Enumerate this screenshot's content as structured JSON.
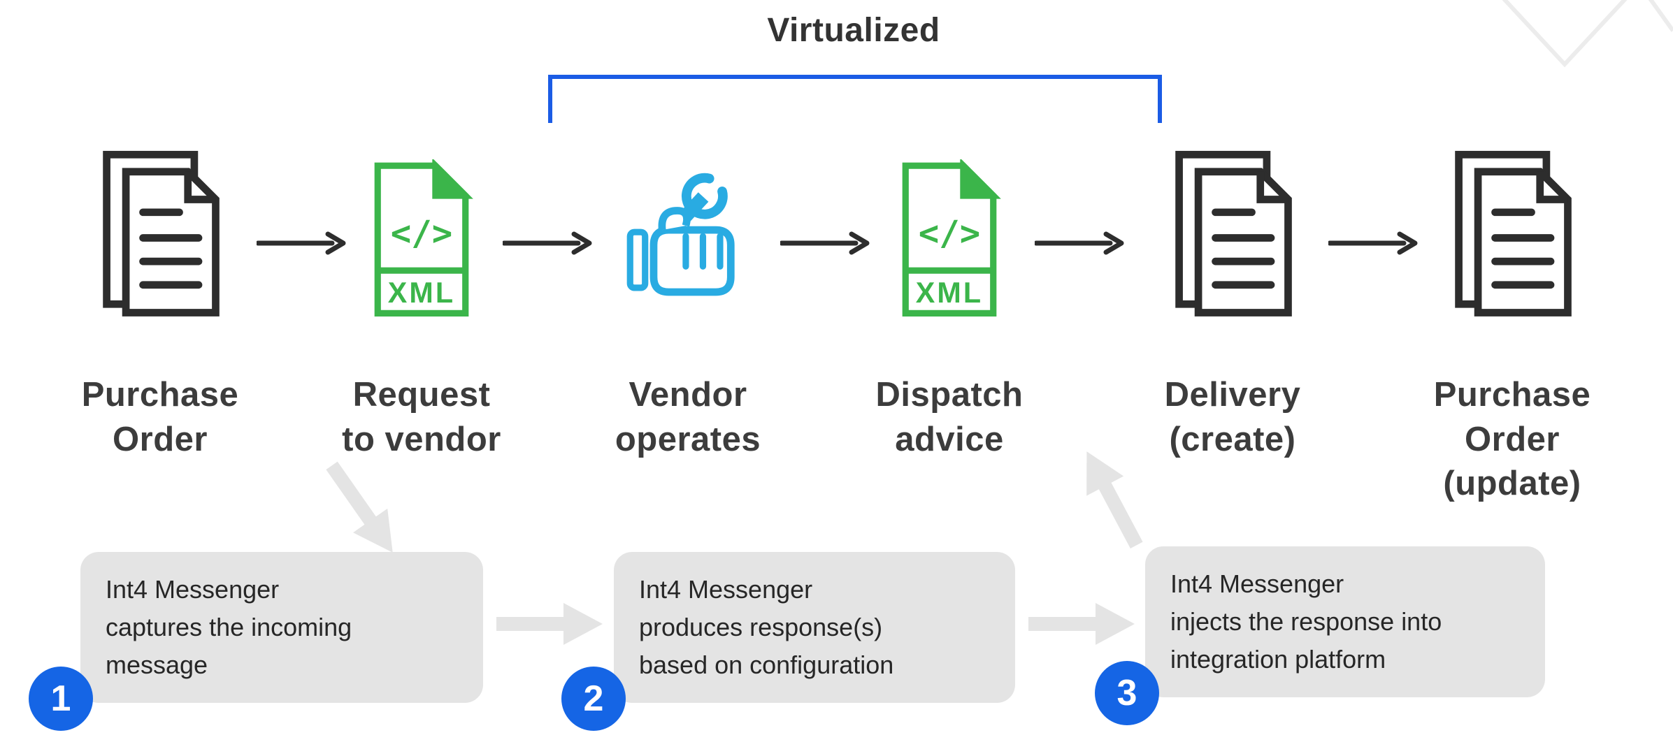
{
  "title": "Virtualized",
  "steps": [
    {
      "icon": "documents",
      "label": "Purchase\nOrder"
    },
    {
      "icon": "xml-file",
      "label": "Request\nto vendor"
    },
    {
      "icon": "hand-wrench",
      "label": "Vendor\noperates"
    },
    {
      "icon": "xml-file",
      "label": "Dispatch\nadvice"
    },
    {
      "icon": "documents",
      "label": "Delivery\n(create)"
    },
    {
      "icon": "documents",
      "label": "Purchase\nOrder\n(update)"
    }
  ],
  "xml_icon": {
    "code_text": "</>",
    "type_text": "XML"
  },
  "notes": [
    {
      "number": "1",
      "text": "Int4 Messenger\ncaptures the incoming\nmessage"
    },
    {
      "number": "2",
      "text": "Int4 Messenger\nproduces response(s)\nbased on configuration"
    },
    {
      "number": "3",
      "text": "Int4 Messenger\ninjects the response into\nintegration platform"
    }
  ],
  "colors": {
    "xml_green": "#3bb54a",
    "hand_blue": "#29abe2",
    "accent_blue": "#1565e5",
    "bracket_blue": "#1b5ce5",
    "icon_dark": "#2d2d2d",
    "note_gray": "#e4e4e4",
    "label_text": "#3c3c3c"
  }
}
